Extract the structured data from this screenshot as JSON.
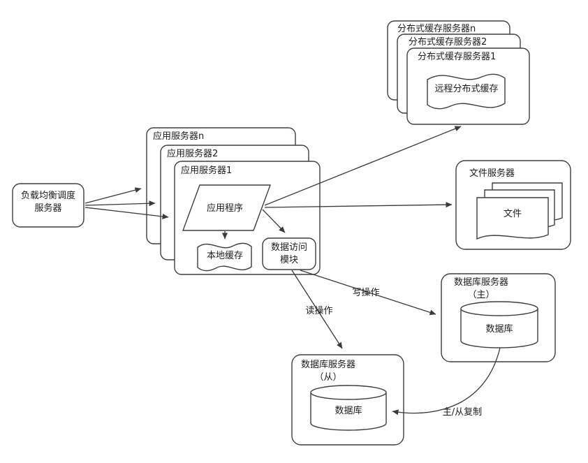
{
  "diagram": {
    "load_balancer": {
      "lines": [
        "负载均衡调度",
        "服务器"
      ]
    },
    "app_servers": {
      "back_title": "应用服务器n",
      "middle_title": "应用服务器2",
      "front_title": "应用服务器1",
      "application": "应用程序",
      "local_cache": "本地缓存",
      "data_access_lines": [
        "数据访问",
        "模块"
      ]
    },
    "cache_servers": {
      "back_title": "分布式缓存服务器n",
      "middle_title": "分布式缓存服务器2",
      "front_title": "分布式缓存服务器1",
      "remote_cache": "远程分布式缓存"
    },
    "file_server": {
      "title": "文件服务器",
      "file": "文件"
    },
    "db_master": {
      "title": "数据库服务器",
      "sub": "（主）",
      "db": "数据库"
    },
    "db_slave": {
      "title": "数据库服务器",
      "sub": "（从）",
      "db": "数据库"
    },
    "edges": {
      "write": "写操作",
      "read": "读操作",
      "replication": "主/从复制"
    },
    "colors": {
      "stroke": "#3f3f3f",
      "fill": "#ffffff",
      "text": "#1c1c1c"
    }
  }
}
